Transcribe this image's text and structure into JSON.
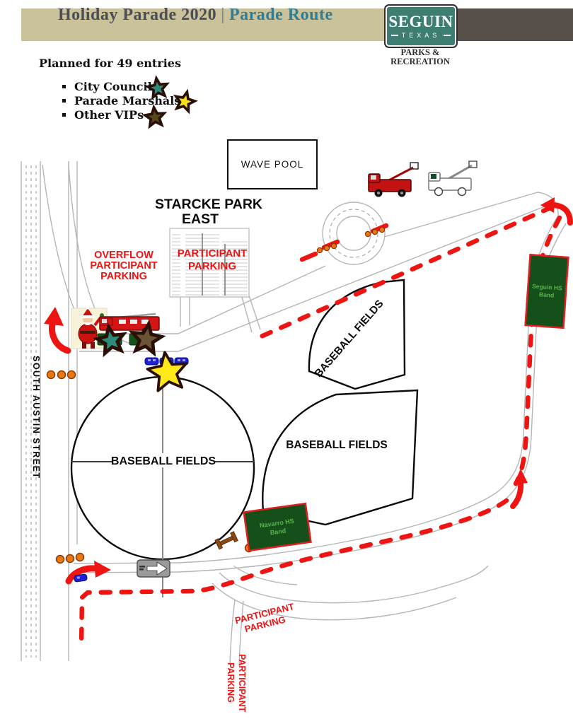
{
  "header": {
    "title": "Holiday Parade 2020",
    "divider": "|",
    "subtitle": "Parade Route",
    "logo": {
      "name": "SEGUIN",
      "state": "TEXAS",
      "dept1": "PARKS &",
      "dept2": "RECREATION"
    },
    "colors": {
      "bar_tan": "#c9c29a",
      "bar_dark": "#57504a",
      "title": "#4d4d58",
      "subtitle": "#337d93",
      "badge_teal": "#3e7d72"
    }
  },
  "legend": {
    "heading": "Planned for 49 entries",
    "items": [
      {
        "label": "City Council",
        "star": "teal-center-star",
        "star_color": "#2e8b7a"
      },
      {
        "label": "Parade Marshals",
        "star": "yellow-center-star",
        "star_color": "#f5e01a"
      },
      {
        "label": "Other VIPs",
        "star": "olive-center-star",
        "star_color": "#56491a"
      }
    ]
  },
  "map": {
    "labels": {
      "wave_pool": "WAVE POOL",
      "park1": "STARCKE PARK",
      "park2": "EAST",
      "overflow1": "OVERFLOW",
      "overflow2": "PARTICIPANT",
      "overflow3": "PARKING",
      "participant1": "PARTICIPANT",
      "participant2": "PARKING",
      "baseball": "BASEBALL FIELDS",
      "street": "SOUTH AUSTIN STREET",
      "seguin_band1": "Seguin HS",
      "seguin_band2": "Band",
      "navarro_band1": "Navarro HS",
      "navarro_band2": "Band"
    },
    "colors": {
      "route_red": "#ee1411",
      "label_red": "#f01313",
      "road_gray": "#b5b5b5",
      "sign_green": "#154f1a",
      "sign_border_red": "#e02020",
      "sign_text_green": "#5cb34e",
      "marker_orange": "#e8780f",
      "car_blue": "#1f1fd6",
      "star_outline": "#2a0f06",
      "star_yellow": "#ffe81a",
      "star_teal": "#2e8b7a",
      "star_brown": "#6b5335"
    }
  }
}
